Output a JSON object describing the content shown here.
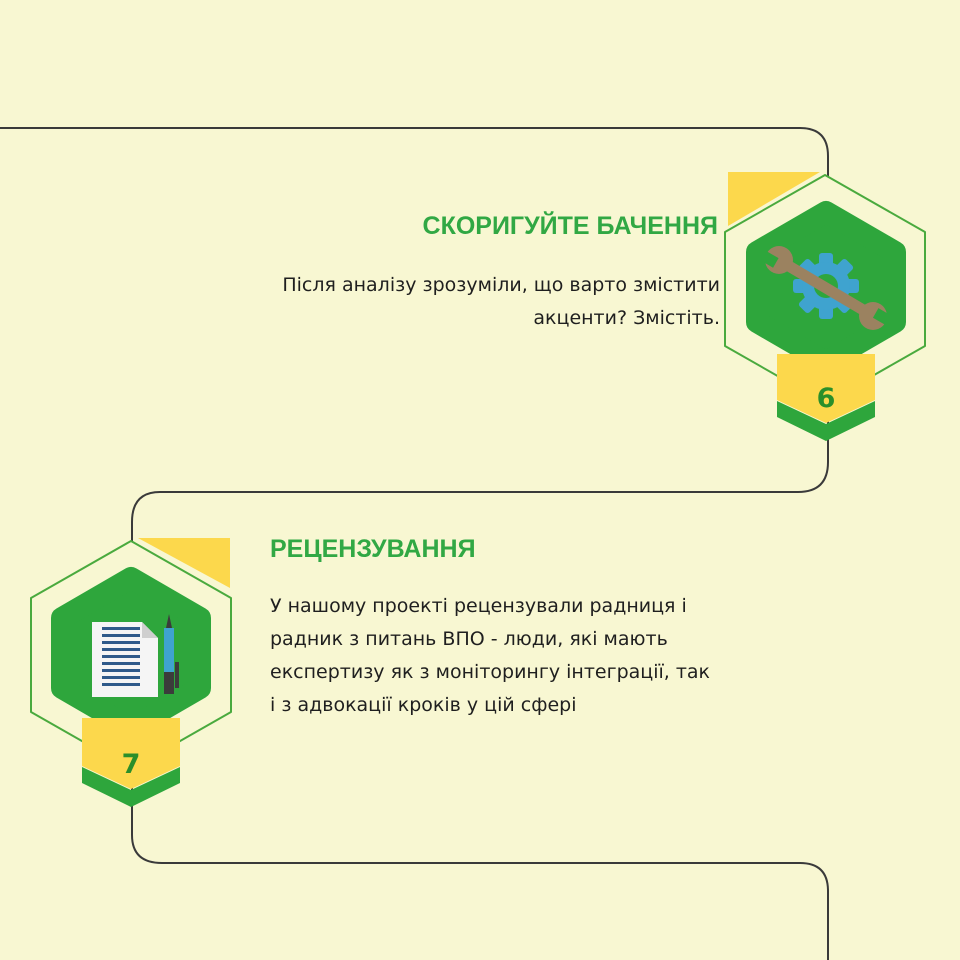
{
  "theme": {
    "background": "#f8f7d2",
    "path_color": "#3a3a3a",
    "accent_green": "#2ea63c",
    "title_green": "#31a844",
    "accent_yellow": "#fcd84c",
    "hex_outline": "#4aaa3e",
    "number_green": "#2a8f2a"
  },
  "steps": [
    {
      "number": "6",
      "title": "СКОРИГУЙТЕ БАЧЕННЯ",
      "body": "Після аналізу зрозуміли, що варто змістити акценти? Змістіть.",
      "icon": "wrench-gear-icon"
    },
    {
      "number": "7",
      "title": "РЕЦЕНЗУВАННЯ",
      "body": "У нашому проекті рецензували радниця і радник з питань ВПО - люди, які мають експертизу як з моніторингу інтеграції, так і з адвокації кроків у цій сфері",
      "icon": "document-pen-icon"
    }
  ]
}
